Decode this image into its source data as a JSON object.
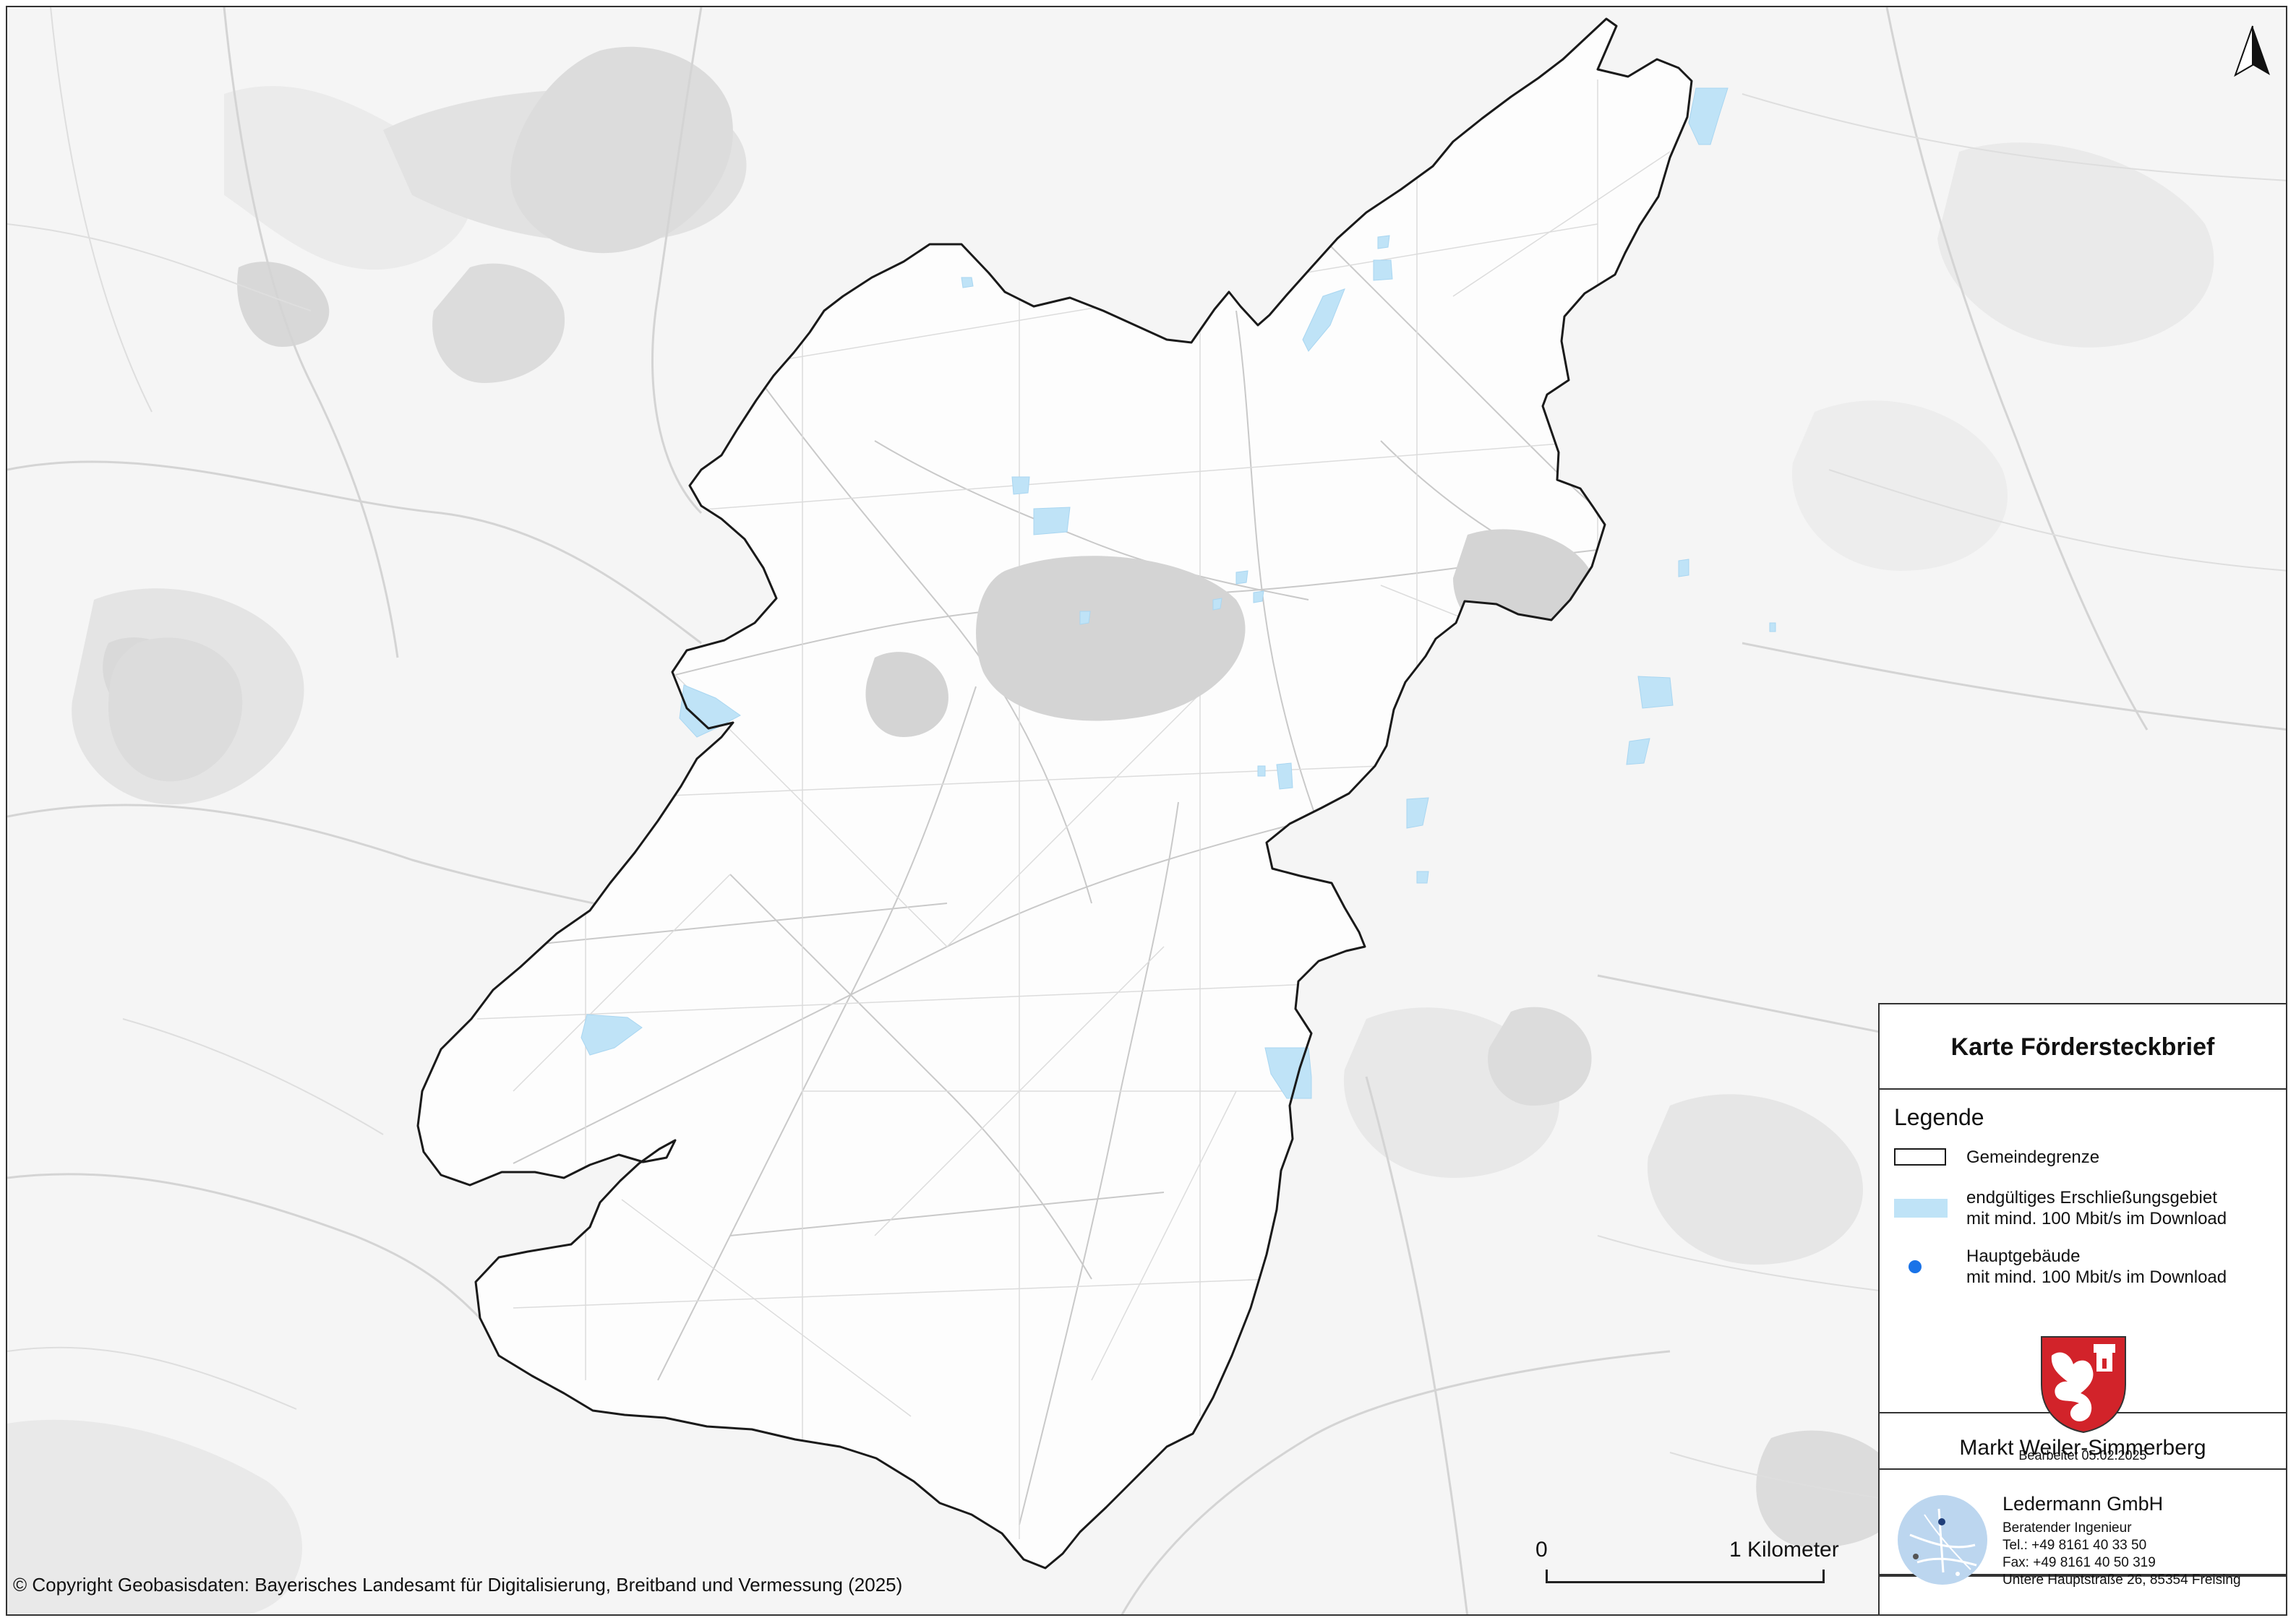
{
  "copyright": "© Copyright Geobasisdaten: Bayerisches Landesamt für Digitalisierung, Breitband und Vermessung (2025)",
  "scale": {
    "zero_label": "0",
    "end_label": "1 Kilometer"
  },
  "legend": {
    "title": "Karte Fördersteckbrief",
    "heading": "Legende",
    "items": [
      {
        "symbol": "boundary",
        "lines": [
          "Gemeindegrenze"
        ]
      },
      {
        "symbol": "area",
        "lines": [
          "endgültiges Erschließungsgebiet",
          "mit mind. 100 Mbit/s im Download"
        ]
      },
      {
        "symbol": "point",
        "lines": [
          "Hauptgebäude",
          "mit mind. 100 Mbit/s im Download"
        ]
      }
    ],
    "municipality": "Markt Weiler-Simmerberg",
    "edited": "Bearbeitet 05.02.2025",
    "company": {
      "name": "Ledermann GmbH",
      "subtitle": "Beratender Ingenieur",
      "tel": "Tel.: +49 8161 40 33 50",
      "fax": "Fax: +49 8161 40 50 319",
      "address": "Untere Hauptstraße 26, 85354 Freising"
    }
  },
  "colors": {
    "boundary": "#1a1a1a",
    "area": "#bfe3f7",
    "point": "#1a73e8",
    "coat_red": "#d2232a",
    "basemap": "#f5f5f5"
  },
  "icons": {
    "north_arrow": "north-arrow-icon",
    "coat_of_arms": "coat-of-arms-icon",
    "company_logo": "network-logo-icon"
  }
}
